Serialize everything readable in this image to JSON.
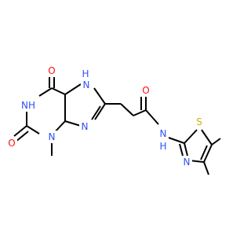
{
  "labels": {
    "O_top": "O",
    "O_left": "O",
    "O_amide": "O",
    "NH_ring": "NH",
    "N_left": "N",
    "N_imidazole": "N",
    "H_7": "H",
    "N_7": "N",
    "N_amide": "N",
    "H_amide": "H",
    "S_thiazole": "S",
    "N_thiazole": "N"
  },
  "colors": {
    "oxygen": "#ff0d0d",
    "nitrogen": "#3050f8",
    "sulfur": "#c8b400",
    "carbon": "#000000"
  }
}
